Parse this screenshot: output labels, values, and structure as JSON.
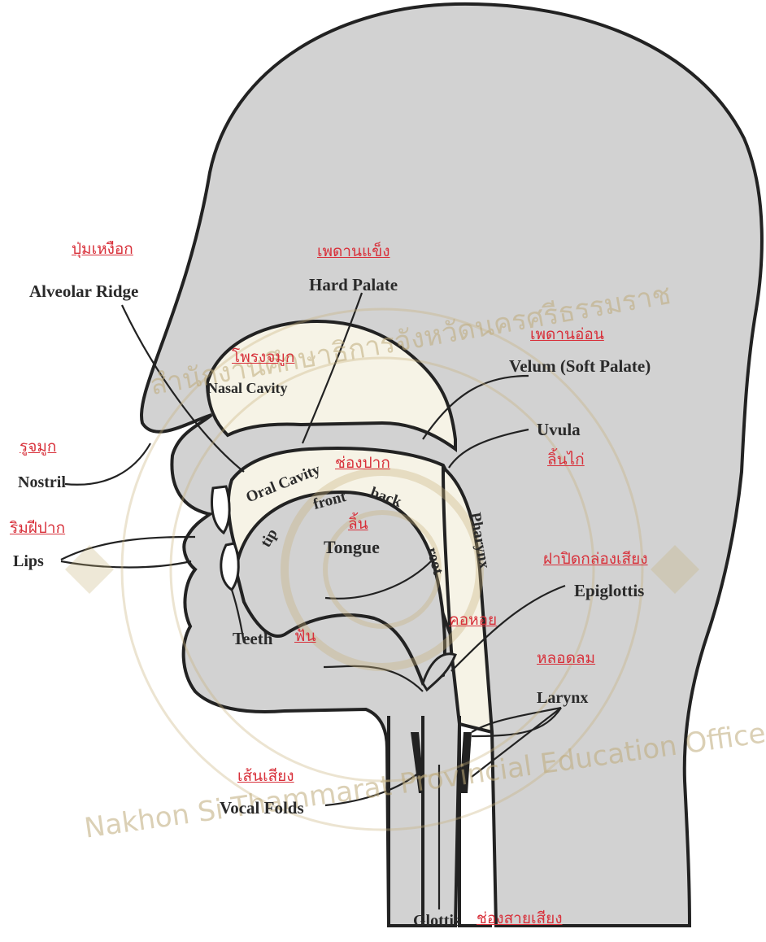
{
  "labels": {
    "alveolar_ridge_th": "ปุ่มเหงือก",
    "alveolar_ridge_en": "Alveolar Ridge",
    "hard_palate_th": "เพดานแข็ง",
    "hard_palate_en": "Hard Palate",
    "velum_th": "เพดานอ่อน",
    "velum_en": "Velum (Soft Palate)",
    "nasal_cavity_th": "โพรงจมูก",
    "nasal_cavity_en": "Nasal Cavity",
    "nostril_th": "รูจมูก",
    "nostril_en": "Nostril",
    "uvula_en": "Uvula",
    "uvula_th": "ลิ้นไก่",
    "oral_cavity_en": "Oral Cavity",
    "oral_cavity_th": "ช่องปาก",
    "lips_th": "ริมฝีปาก",
    "lips_en": "Lips",
    "tip": "tip",
    "front": "front",
    "back": "back",
    "tongue_th": "ลิ้น",
    "tongue_en": "Tongue",
    "root": "root",
    "pharynx": "Pharynx",
    "epiglottis_th": "ฝาปิดกล่องเสียง",
    "epiglottis_en": "Epiglottis",
    "throat_th": "คอหอย",
    "teeth_en": "Teeth",
    "teeth_th": "ฟัน",
    "larynx_th": "หลอดลม",
    "larynx_en": "Larynx",
    "vocal_folds_th": "เส้นเสียง",
    "vocal_folds_en": "Vocal Folds",
    "glottis_en": "Glottis",
    "glottis_th": "ช่องสายเสียง"
  },
  "watermark": {
    "arc_text": "สำนักงานศึกษาธิการจังหวัดนครศรีธรรมราช",
    "english_text": "Nakhon Si Thammarat Provincial Education Office"
  },
  "colors": {
    "head_fill": "#d2d2d2",
    "cavity_fill": "#f6f3e6",
    "outline": "#222222",
    "thai_label": "#d8303a",
    "watermark": "#c8b27a"
  }
}
